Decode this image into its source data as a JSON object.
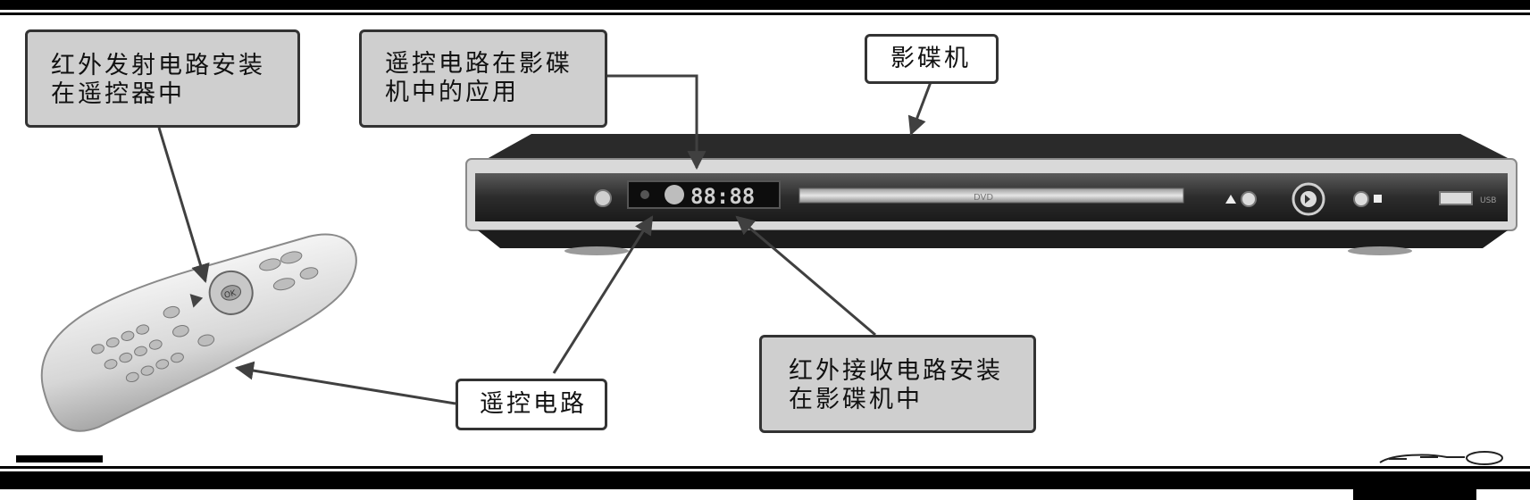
{
  "labels": {
    "transmitter": "红外发射电路安装\n在遥控器中",
    "application": "遥控电路在影碟\n机中的应用",
    "player": "影碟机",
    "receiver": "红外接收电路安装\n在影碟机中",
    "remote_circuit": "遥控电路"
  },
  "device": {
    "display_digits": "88:88",
    "disc_logo": "DVD",
    "usb_label": "USB"
  },
  "remote": {
    "ok_label": "OK"
  },
  "colors": {
    "callout_gray": "#cfcfcf",
    "arrow": "#404040",
    "border": "#333333"
  }
}
